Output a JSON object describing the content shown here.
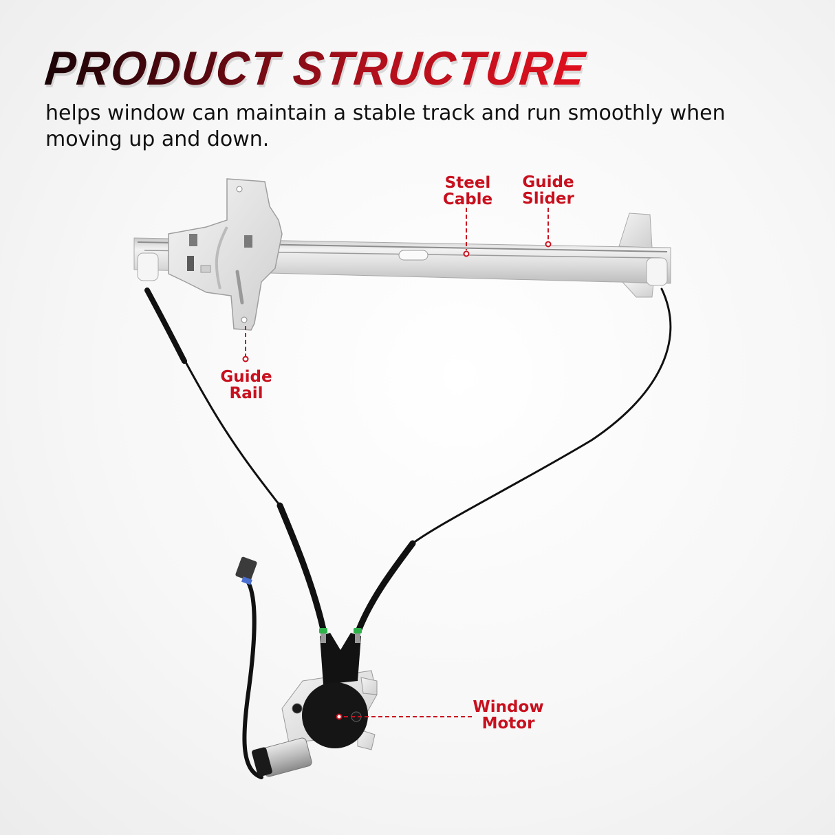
{
  "header": {
    "title": "PRODUCT STRUCTURE",
    "subtitle": "helps window can maintain a stable track and run smoothly when moving up and down."
  },
  "callouts": [
    {
      "id": "steel-cable",
      "line1": "Steel",
      "line2": "Cable"
    },
    {
      "id": "guide-slider",
      "line1": "Guide",
      "line2": "Slider"
    },
    {
      "id": "guide-rail",
      "line1": "Guide",
      "line2": "Rail"
    },
    {
      "id": "window-motor",
      "line1": "Window",
      "line2": "Motor"
    }
  ],
  "colors": {
    "accent": "#c8101e",
    "title_dark": "#1a0406",
    "cable": "#111111",
    "metal": "#d9d9d9",
    "spring_cap": "#2db34a"
  }
}
